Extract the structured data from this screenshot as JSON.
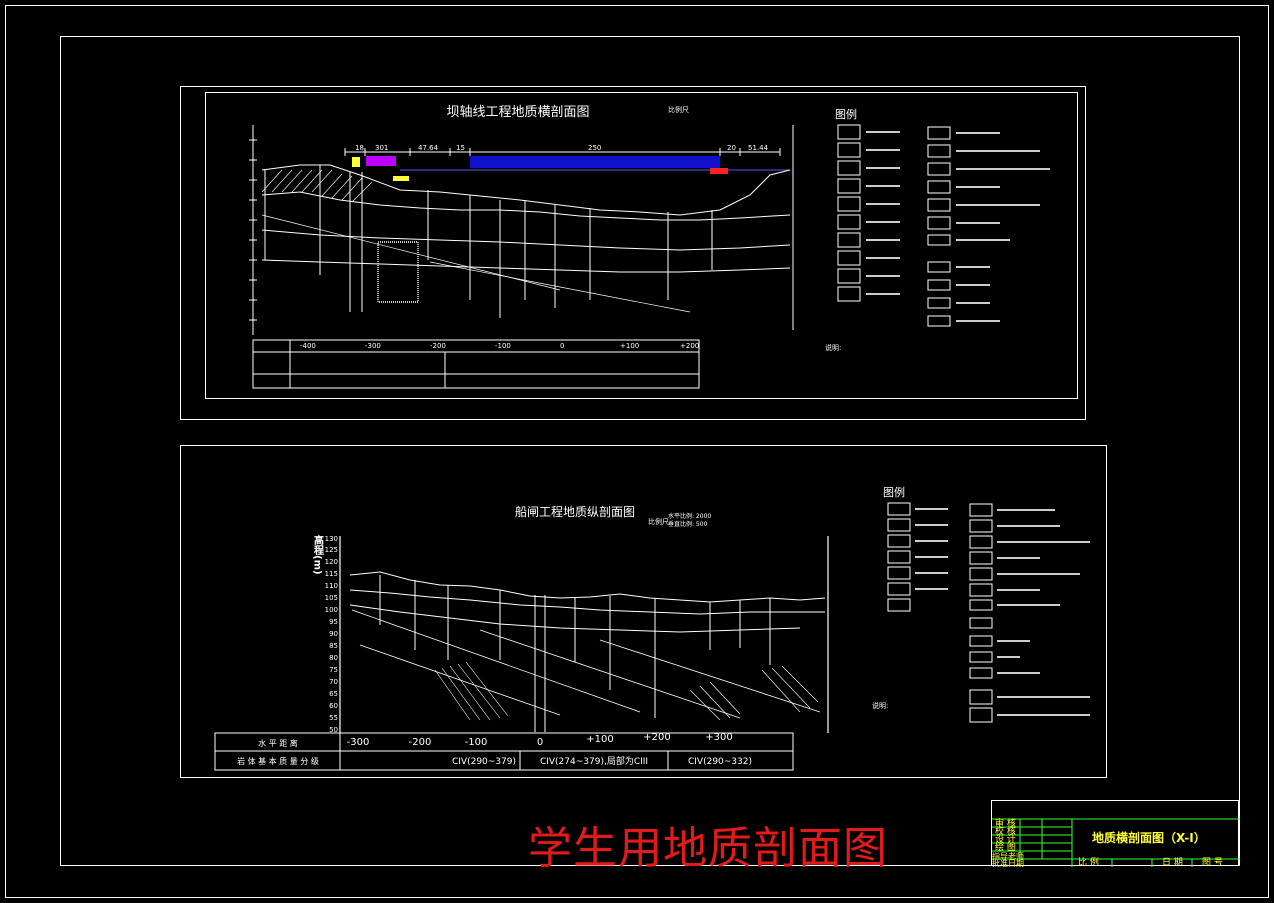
{
  "top_drawing": {
    "title": "坝轴线工程地质横剖面图",
    "scale_label": "比例尺",
    "legend_title": "图例",
    "dims": [
      "18",
      "301",
      "47.64",
      "15",
      "250",
      "20",
      "51.44"
    ],
    "axis_ticks": [
      "-400",
      "-300",
      "-200",
      "-100",
      "0",
      "+100",
      "+200"
    ],
    "notes_title": "说明:"
  },
  "bottom_drawing": {
    "title": "船闸工程地质纵剖面图",
    "scale_label": "比例尺",
    "scale_h": "水平比例: 2000",
    "scale_v": "垂直比例: 500",
    "legend_title": "图例",
    "y_axis_label": "高程(m)",
    "y_ticks": [
      "130",
      "125",
      "120",
      "115",
      "110",
      "105",
      "100",
      "95",
      "90",
      "85",
      "80",
      "75",
      "70",
      "65",
      "60",
      "55",
      "50"
    ],
    "x_ticks": [
      "-300",
      "-200",
      "-100",
      "0",
      "+100",
      "+200",
      "+300"
    ],
    "row1_label": "水 平 距 离",
    "row2_label": "岩 体 基 本 质 量 分 级",
    "zones": [
      "CIV(290~379)",
      "CIV(274~379),局部为CIII",
      "CIV(290~332)"
    ],
    "notes_title": "说明:"
  },
  "title_block": {
    "rows": [
      "审 核",
      "校 核",
      "设 计",
      "绘 图",
      "指导老师",
      "批准日期"
    ],
    "drawing_name": "地质横剖面图（X-I）",
    "scale_cell": "比 例",
    "date_cell": "日 期",
    "sheet_cell": "图 号"
  },
  "watermark": "学生用地质剖面图",
  "colors": {
    "line": "#ffffff",
    "title_block": "#ffff33",
    "title_border": "#33ff33",
    "watermark": "#e21a1a",
    "water": "#2222ff",
    "magenta": "#ff33ff",
    "red": "#ff2222"
  }
}
